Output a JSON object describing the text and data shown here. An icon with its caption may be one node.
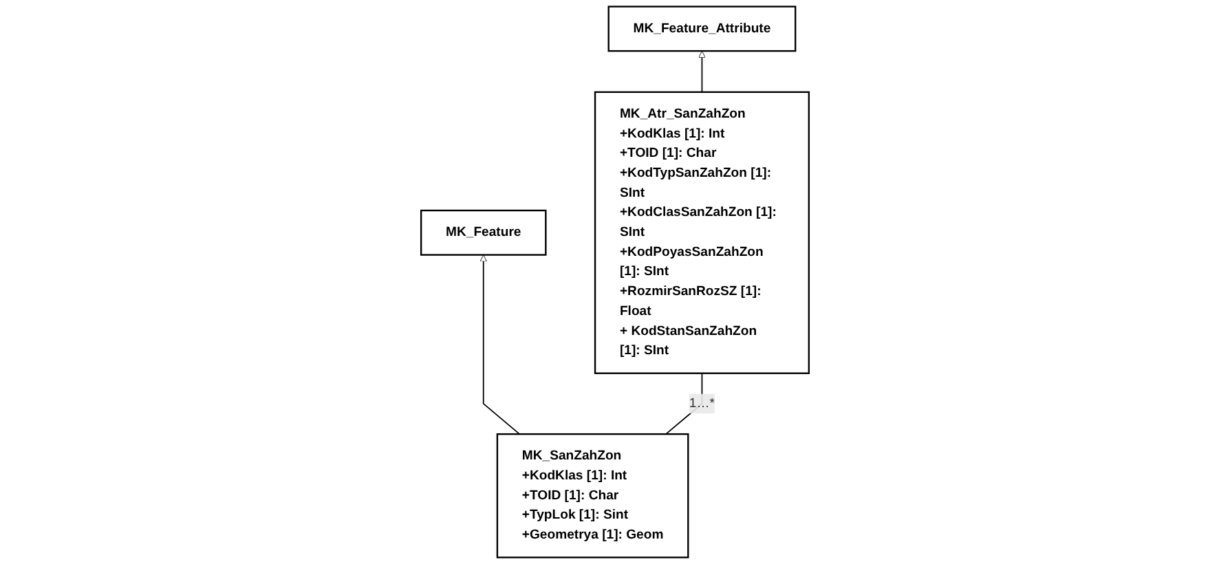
{
  "diagram": {
    "nodes": [
      {
        "text": [
          "MK_Feature"
        ]
      },
      {
        "text": [
          "MK_Feature_Attribute"
        ]
      },
      {
        "text": [
          "MK_SanZahZon",
          "+KodKlas [1]: Int",
          "+TOID [1]: Char",
          "+TypLok [1]: Sint",
          "+Geometrya [1]: Geom"
        ]
      },
      {
        "text": [
          "MK_Atr_SanZahZon",
          "+KodKlas [1]: Int",
          "+TOID [1]: Char",
          "+KodTypSanZahZon [1]: SInt",
          "+KodClasSanZahZon [1]: SInt",
          "+KodPoyasSanZahZon [1]: SInt",
          "+RozmirSanRozSZ [1]: Float",
          "+ KodStanSanZahZon [1]: SInt"
        ]
      }
    ],
    "edges": [
      {
        "from": 2,
        "to": 0,
        "arrow": "to"
      },
      {
        "from": 3,
        "to": 1,
        "arrow": "to"
      },
      {
        "from": 2,
        "to": 3,
        "arrow": "none",
        "label": "1…*"
      }
    ]
  }
}
